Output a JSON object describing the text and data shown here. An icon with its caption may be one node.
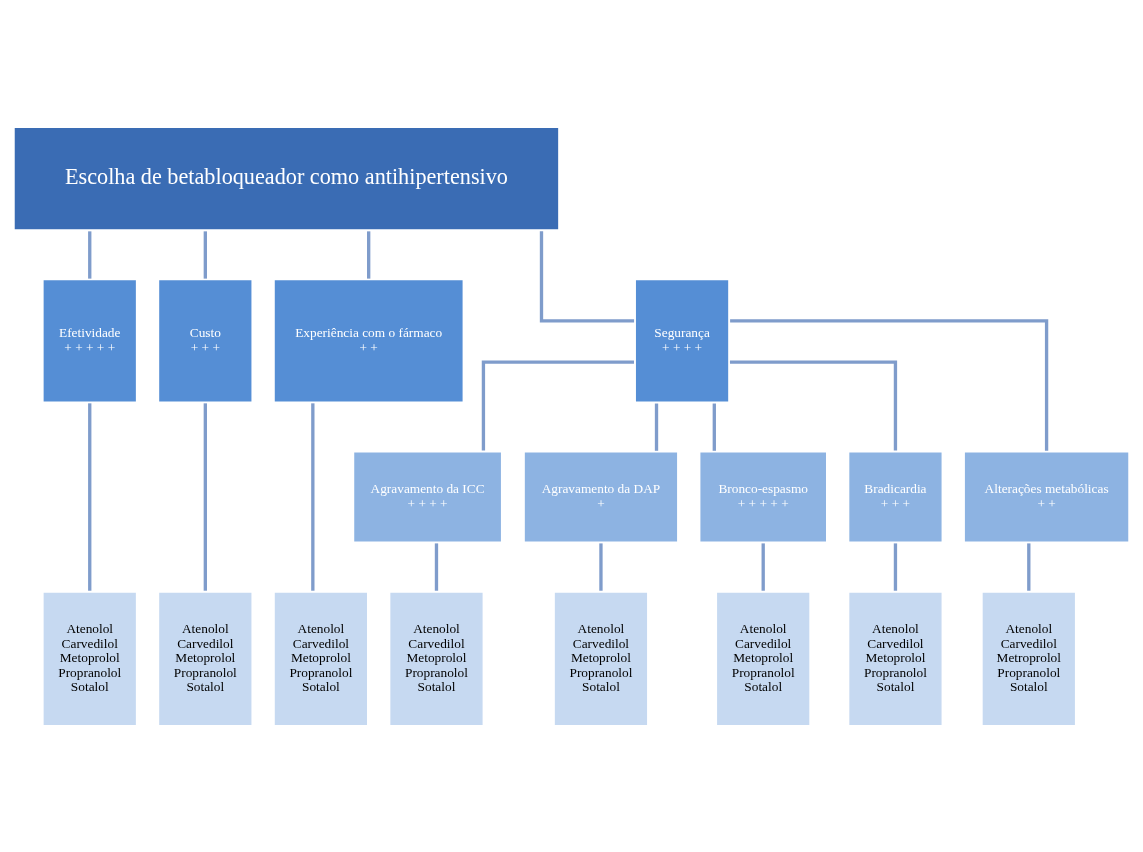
{
  "diagram": {
    "nodes": [
      {
        "text": [
          "Escolha de betabloqueador como antihipertensivo"
        ]
      },
      {
        "text": [
          "Efetividade",
          "+ + + + +"
        ]
      },
      {
        "text": [
          "Custo",
          "+ + +"
        ]
      },
      {
        "text": [
          "Experiência com o fármaco",
          "+ +"
        ]
      },
      {
        "text": [
          "Segurança",
          "+ + + +"
        ]
      },
      {
        "text": [
          "Agravamento da ICC",
          "+ + + +"
        ]
      },
      {
        "text": [
          "Agravamento da DAP",
          "+"
        ]
      },
      {
        "text": [
          "Bronco-espasmo",
          "+ + + + +"
        ]
      },
      {
        "text": [
          "Bradicardia",
          "+ + +"
        ]
      },
      {
        "text": [
          "Alterações metabólicas",
          "+ +"
        ]
      },
      {
        "text": [
          "Atenolol",
          "Carvedilol",
          "Metoprolol",
          "Propranolol",
          "Sotalol"
        ]
      },
      {
        "text": [
          "Atenolol",
          "Carvedilol",
          "Metoprolol",
          "Propranolol",
          "Sotalol"
        ]
      },
      {
        "text": [
          "Atenolol",
          "Carvedilol",
          "Metoprolol",
          "Propranolol",
          "Sotalol"
        ]
      },
      {
        "text": [
          "Atenolol",
          "Carvedilol",
          "Metoprolol",
          "Propranolol",
          "Sotalol"
        ]
      },
      {
        "text": [
          "Atenolol",
          "Carvedilol",
          "Metoprolol",
          "Propranolol",
          "Sotalol"
        ]
      },
      {
        "text": [
          "Atenolol",
          "Carvedilol",
          "Metoprolol",
          "Propranolol",
          "Sotalol"
        ]
      },
      {
        "text": [
          "Atenolol",
          "Carvedilol",
          "Metoprolol",
          "Propranolol",
          "Sotalol"
        ]
      },
      {
        "text": [
          "Atenolol",
          "Carvedilol",
          "Metroprolol",
          "Propranolol",
          "Sotalol"
        ]
      }
    ],
    "edges": [
      {
        "from": 0,
        "to": 1,
        "arrow": "none"
      },
      {
        "from": 0,
        "to": 2,
        "arrow": "none"
      },
      {
        "from": 0,
        "to": 3,
        "arrow": "none"
      },
      {
        "from": 0,
        "to": 4,
        "arrow": "none"
      },
      {
        "from": 4,
        "to": 5,
        "arrow": "none"
      },
      {
        "from": 4,
        "to": 6,
        "arrow": "none"
      },
      {
        "from": 4,
        "to": 7,
        "arrow": "none"
      },
      {
        "from": 4,
        "to": 8,
        "arrow": "none"
      },
      {
        "from": 4,
        "to": 9,
        "arrow": "none"
      },
      {
        "from": 1,
        "to": 10,
        "arrow": "none"
      },
      {
        "from": 2,
        "to": 11,
        "arrow": "none"
      },
      {
        "from": 3,
        "to": 12,
        "arrow": "none"
      },
      {
        "from": 5,
        "to": 13,
        "arrow": "none"
      },
      {
        "from": 6,
        "to": 14,
        "arrow": "none"
      },
      {
        "from": 7,
        "to": 15,
        "arrow": "none"
      },
      {
        "from": 8,
        "to": 16,
        "arrow": "none"
      },
      {
        "from": 9,
        "to": 17,
        "arrow": "none"
      }
    ]
  }
}
